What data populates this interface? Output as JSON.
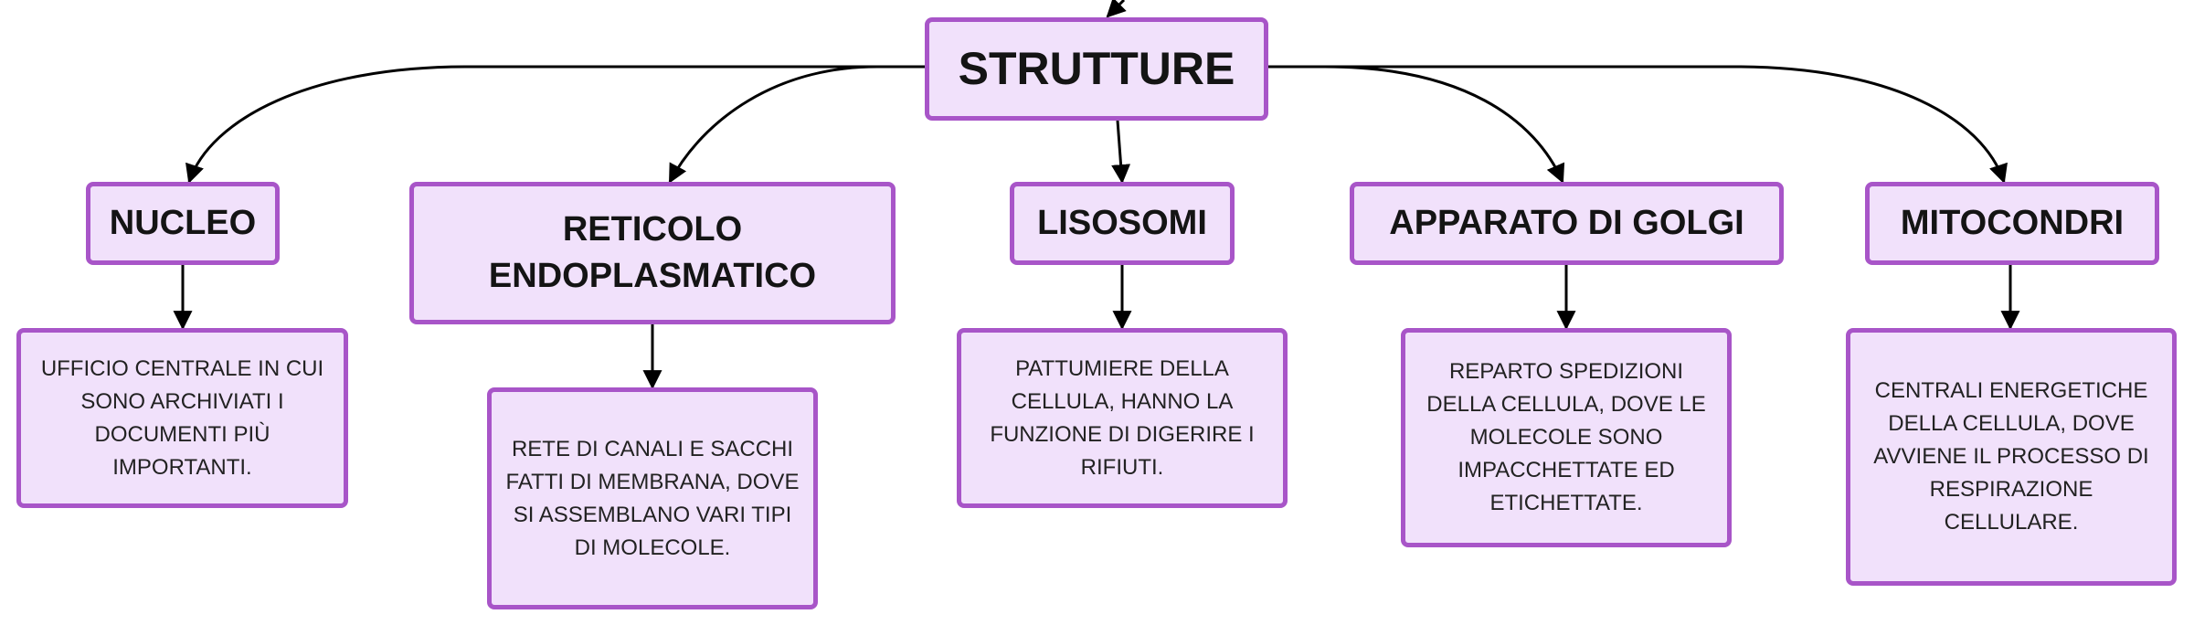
{
  "colors": {
    "box_fill": "#f1e1fb",
    "box_border": "#a855c8",
    "connector": "#000000"
  },
  "root": {
    "label": "STRUTTURE"
  },
  "branches": [
    {
      "id": "nucleo",
      "title": "NUCLEO",
      "description": "UFFICIO CENTRALE IN CUI SONO ARCHIVIATI I DOCUMENTI PIÙ IMPORTANTI."
    },
    {
      "id": "reticolo",
      "title": "RETICOLO ENDOPLASMATICO",
      "description": "RETE DI CANALI E SACCHI FATTI DI MEMBRANA, DOVE SI ASSEMBLANO VARI TIPI DI MOLECOLE."
    },
    {
      "id": "lisosomi",
      "title": "LISOSOMI",
      "description": "PATTUMIERE DELLA CELLULA, HANNO LA FUNZIONE DI DIGERIRE I RIFIUTI."
    },
    {
      "id": "golgi",
      "title": "APPARATO DI GOLGI",
      "description": "REPARTO SPEDIZIONI DELLA CELLULA, DOVE LE MOLECOLE SONO IMPACCHETTATE ED ETICHETTATE."
    },
    {
      "id": "mitocondri",
      "title": "MITOCONDRI",
      "description": "CENTRALI ENERGETICHE DELLA CELLULA, DOVE AVVIENE IL PROCESSO DI RESPIRAZIONE CELLULARE."
    }
  ]
}
